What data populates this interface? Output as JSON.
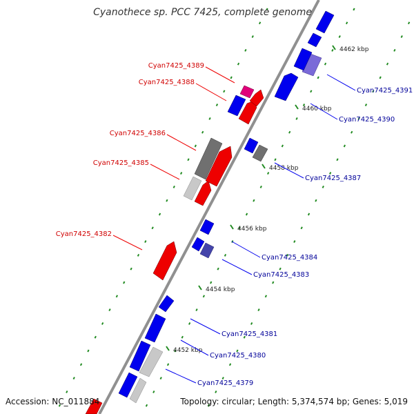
{
  "title": "Cyanothece sp. PCC 7425, complete genome",
  "footer": {
    "accession": "Accession: NC_011884",
    "summary": "Topology: circular; Length: 5,374,574 bp; Genes: 5,019"
  },
  "colors": {
    "forward": "#0000ee",
    "reverse": "#ee0000",
    "gray": "#707070",
    "light_gray": "#c8c8c8",
    "magenta": "#e0007a",
    "lavender": "#7a6ad8",
    "slate_blue": "#4444aa",
    "backbone": "#909090",
    "tick": "#228b22"
  },
  "ticks": [
    {
      "label": "4452 kbp"
    },
    {
      "label": "4454 kbp"
    },
    {
      "label": "4456 kbp"
    },
    {
      "label": "4458 kbp"
    },
    {
      "label": "4460 kbp"
    },
    {
      "label": "4462 kbp"
    }
  ],
  "genes": [
    {
      "label": "Cyan7425_4379",
      "strand": "+",
      "color": "forward"
    },
    {
      "label": "Cyan7425_4380",
      "strand": "+",
      "color": "light_gray"
    },
    {
      "label": "Cyan7425_4381",
      "strand": "+",
      "color": "forward"
    },
    {
      "label": "Cyan7425_4382",
      "strand": "-",
      "color": "reverse"
    },
    {
      "label": "Cyan7425_4383",
      "strand": "+",
      "color": "slate_blue"
    },
    {
      "label": "Cyan7425_4384",
      "strand": "+",
      "color": "forward"
    },
    {
      "label": "Cyan7425_4385",
      "strand": "-",
      "color": "light_gray"
    },
    {
      "label": "Cyan7425_4386",
      "strand": "-",
      "color": "gray"
    },
    {
      "label": "Cyan7425_4387",
      "strand": "+",
      "color": "gray"
    },
    {
      "label": "Cyan7425_4388",
      "strand": "-",
      "color": "forward"
    },
    {
      "label": "Cyan7425_4389",
      "strand": "-",
      "color": "magenta"
    },
    {
      "label": "Cyan7425_4390",
      "strand": "+",
      "color": "forward"
    },
    {
      "label": "Cyan7425_4391",
      "strand": "+",
      "color": "lavender"
    }
  ]
}
